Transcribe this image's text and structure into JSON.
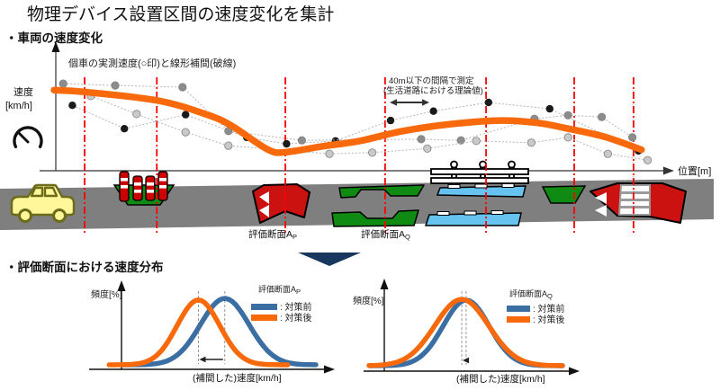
{
  "header": {
    "title": "物理デバイス設置区間の速度変化を集計",
    "section1": "・車両の速度変化",
    "section2": "・評価断面における速度分布"
  },
  "road": {
    "label_p": {
      "base": "評価断面A",
      "sub": "P"
    },
    "label_q": {
      "base": "評価断面A",
      "sub": "Q"
    },
    "devices": [
      "car",
      "rising-bollards",
      "hump",
      "chicane",
      "guardrail",
      "speed-cushions",
      "median-island",
      "raised-crosswalk"
    ],
    "colors": {
      "asphalt": "#7F7F7F",
      "device_red": "#CC1111",
      "device_green": "#0F8A12",
      "cushion_blue": "#66C2EE",
      "car_yellow": "#FFF799",
      "bollard_red": "#CC0000"
    }
  },
  "down_arrow_color": "#17375E",
  "chart_data": [
    {
      "type": "line",
      "title": "個車の実測速度(○印)と線形補間(破線)",
      "xlabel": "位置[m]",
      "ylabel": "速度",
      "ylabel_unit": "[km/h]",
      "annotation": {
        "line1": "40m以下の間隔で測定",
        "line2": "(生活道路における理論値)"
      },
      "x_range": [
        0,
        100
      ],
      "y_range": [
        0,
        100
      ],
      "grid": false,
      "section_lines_x": [
        5,
        16.8,
        37.8,
        54.1,
        70.6,
        85,
        94.7
      ],
      "section_line_color": "#FF0000",
      "series": [
        {
          "name": "線形補間(破線)の平均速度",
          "role": "smooth-curve",
          "color": "#F8690B",
          "points": [
            [
              0,
              69
            ],
            [
              5,
              67.5
            ],
            [
              17,
              60
            ],
            [
              25,
              48
            ],
            [
              29,
              38.5
            ],
            [
              35,
              18
            ],
            [
              38,
              16
            ],
            [
              44,
              21
            ],
            [
              50,
              25.5
            ],
            [
              57,
              34
            ],
            [
              65,
              40
            ],
            [
              73,
              43
            ],
            [
              79,
              41
            ],
            [
              84,
              36
            ],
            [
              90,
              29
            ],
            [
              96,
              18
            ]
          ]
        },
        {
          "name": "個車の実測速度1",
          "role": "measured-dots",
          "color": "#1a1a1a",
          "points": [
            [
              3,
              56
            ],
            [
              11.5,
              36
            ],
            [
              21.5,
              48
            ],
            [
              31.5,
              28.5
            ],
            [
              38,
              23
            ],
            [
              46,
              25.5
            ],
            [
              55,
              43
            ],
            [
              62,
              51
            ],
            [
              71,
              58.5
            ],
            [
              81,
              53
            ],
            [
              95.5,
              17
            ]
          ]
        },
        {
          "name": "個車の実測速度2",
          "role": "measured-dots",
          "color": "#8c8c8c",
          "points": [
            [
              1.5,
              74.5
            ],
            [
              10,
              73
            ],
            [
              21,
              71.5
            ],
            [
              28.5,
              34
            ],
            [
              40.5,
              26
            ],
            [
              60,
              27
            ],
            [
              66.5,
              26
            ],
            [
              78.5,
              44.5
            ],
            [
              84,
              47.5
            ],
            [
              89.5,
              46
            ],
            [
              94.5,
              28.5
            ]
          ]
        },
        {
          "name": "個車の実測速度3",
          "role": "measured-dots",
          "color": "#c9c9c9",
          "points": [
            [
              6,
              64
            ],
            [
              13.5,
              48.5
            ],
            [
              21.5,
              33
            ],
            [
              28.5,
              21.5
            ],
            [
              45,
              14.5
            ],
            [
              52,
              15.5
            ],
            [
              61,
              19
            ],
            [
              69,
              25.5
            ],
            [
              78,
              24
            ],
            [
              84,
              28.5
            ],
            [
              90.5,
              14.5
            ],
            [
              97,
              9
            ]
          ]
        }
      ]
    },
    {
      "type": "distribution",
      "title_base": "評価断面A",
      "title_sub": "P",
      "ylabel": "頻度[%]",
      "xlabel": "(補間した)速度[km/h]",
      "legend": [
        {
          "label": ": 対策前",
          "color": "#3B6EA2"
        },
        {
          "label": ": 対策後",
          "color": "#F8690B"
        }
      ],
      "series": [
        {
          "name": "対策前",
          "color": "#3B6EA2",
          "center_pct": 51,
          "sigma_pct": 12,
          "peak_pct": 88
        },
        {
          "name": "対策後",
          "color": "#F8690B",
          "center_pct": 38,
          "sigma_pct": 10.5,
          "peak_pct": 86
        }
      ],
      "peak_shift": "left"
    },
    {
      "type": "distribution",
      "title_base": "評価断面A",
      "title_sub": "Q",
      "ylabel": "頻度[%]",
      "xlabel": "(補間した)速度[km/h]",
      "legend": [
        {
          "label": ": 対策前",
          "color": "#3B6EA2"
        },
        {
          "label": ": 対策後",
          "color": "#F8690B"
        }
      ],
      "series": [
        {
          "name": "対策前",
          "color": "#3B6EA2",
          "center_pct": 42.7,
          "sigma_pct": 12,
          "peak_pct": 86
        },
        {
          "name": "対策後",
          "color": "#F8690B",
          "center_pct": 40.4,
          "sigma_pct": 14,
          "peak_pct": 87
        }
      ],
      "peak_shift": "none"
    }
  ]
}
